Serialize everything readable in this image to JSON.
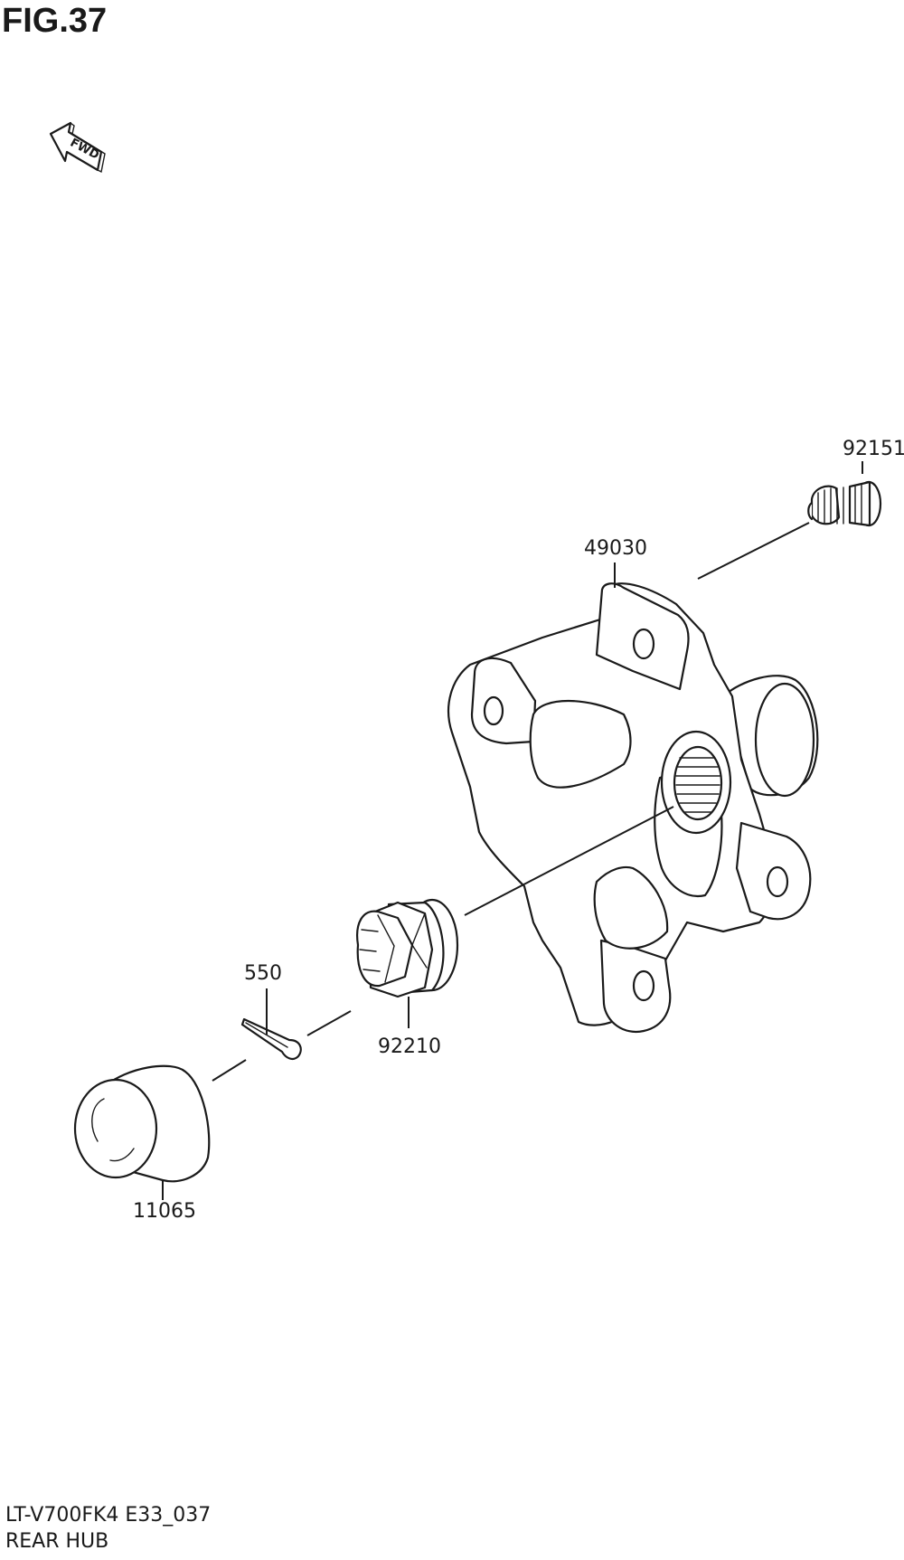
{
  "figure": {
    "title": "FIG.37"
  },
  "direction_badge": {
    "text": "FWD",
    "icon": "forward-arrow-icon"
  },
  "parts": [
    {
      "number": "92151",
      "name": "wheel-stud"
    },
    {
      "number": "49030",
      "name": "rear-hub"
    },
    {
      "number": "550",
      "name": "cotter-pin"
    },
    {
      "number": "92210",
      "name": "castle-nut"
    },
    {
      "number": "11065",
      "name": "hub-cap"
    }
  ],
  "footer": {
    "model_code": "LT-V700FK4 E33_037",
    "section_name": "REAR HUB"
  }
}
